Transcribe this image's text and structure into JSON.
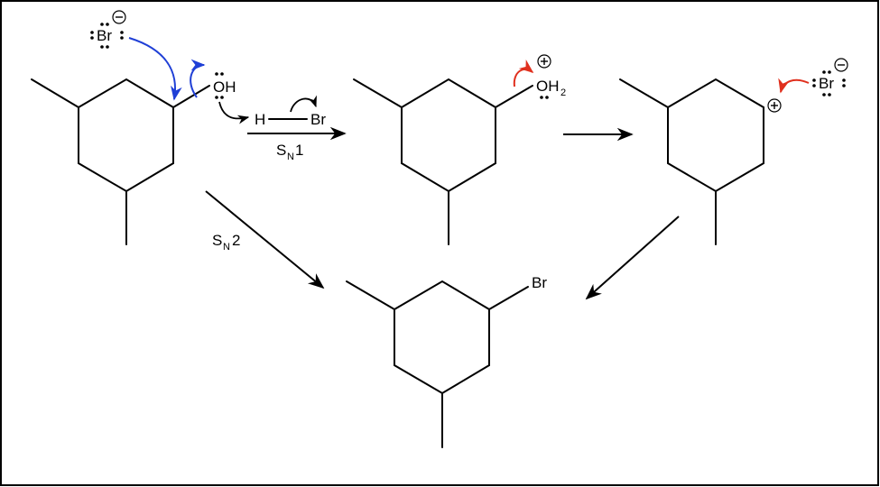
{
  "reactant": {
    "hydroxyl_label": "OH",
    "bromide_label": "Br",
    "hbr_h": "H",
    "hbr_br": "Br"
  },
  "conditions": {
    "sn1_S": "S",
    "sn1_sub": "N",
    "sn1_num": "1",
    "sn2_S": "S",
    "sn2_sub": "N",
    "sn2_num": "2"
  },
  "intermediate_oxonium": {
    "label_O": "OH",
    "label_sub": "2",
    "charge": "+"
  },
  "carbocation": {
    "charge": "+",
    "bromide_label": "Br",
    "bromide_charge": "−"
  },
  "product": {
    "bromine_label": "Br"
  },
  "bromide_charge": "−",
  "colors": {
    "nucleophile_arrow": "#1f3fd6",
    "leaving_arrow": "#e0301e",
    "bond": "#000000"
  }
}
